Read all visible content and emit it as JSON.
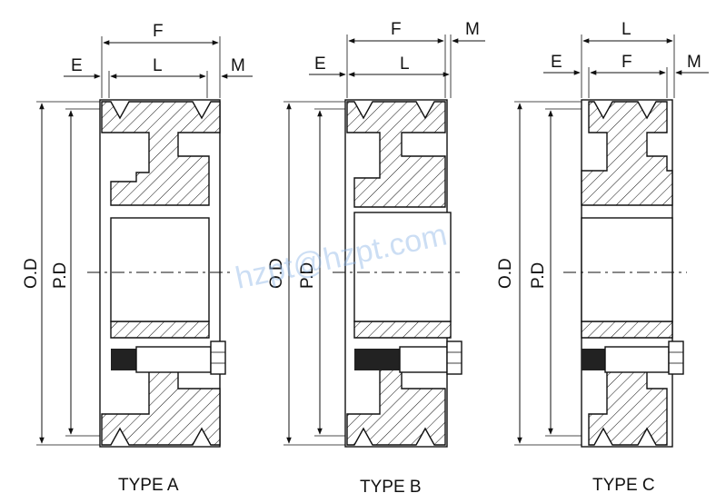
{
  "watermark": "hzpt@hzpt.com",
  "colors": {
    "line": "#111111",
    "watermark": "#8fb8e8"
  },
  "types": [
    {
      "label": "TYPE A",
      "top_dims": [
        "F",
        "E",
        "L",
        "M"
      ],
      "side_dims": [
        "O.D",
        "P.D"
      ]
    },
    {
      "label": "TYPE B",
      "top_dims": [
        "F",
        "M",
        "E",
        "L"
      ],
      "side_dims": [
        "O.D",
        "P.D"
      ]
    },
    {
      "label": "TYPE C",
      "top_dims": [
        "L",
        "E",
        "F",
        "M"
      ],
      "side_dims": [
        "O.D",
        "P.D"
      ]
    }
  ]
}
